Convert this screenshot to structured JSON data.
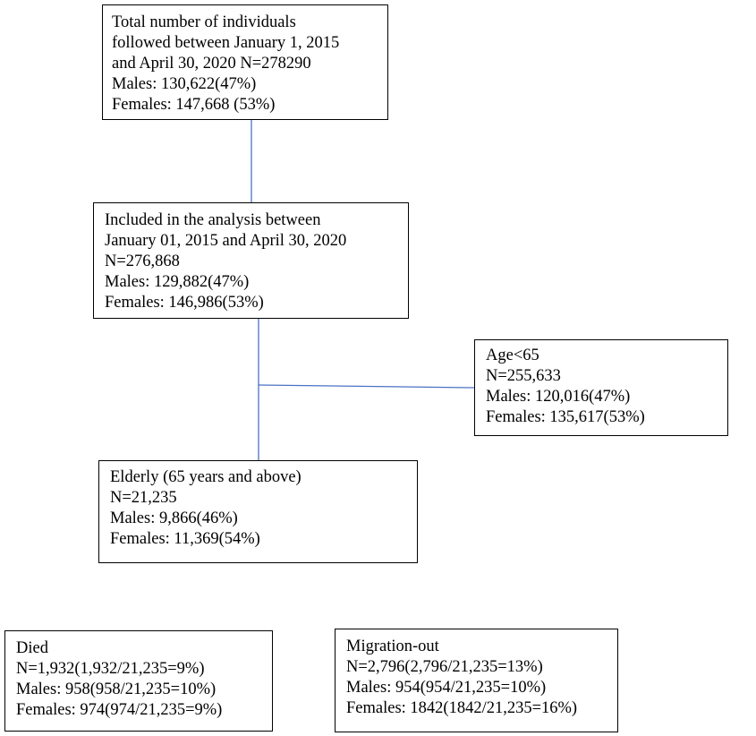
{
  "flowchart": {
    "total_box": {
      "lines": [
        "Total number of individuals",
        "followed between January 1, 2015",
        "and April 30, 2020 N=278290",
        "Males: 130,622(47%)",
        "Females: 147,668 (53%)"
      ]
    },
    "included_box": {
      "lines": [
        "Included in the analysis between",
        "January 01, 2015 and April 30, 2020",
        "N=276,868",
        "Males: 129,882(47%)",
        "Females: 146,986(53%)"
      ]
    },
    "under65_box": {
      "lines": [
        "Age<65",
        "N=255,633",
        "Males: 120,016(47%)",
        "Females: 135,617(53%)"
      ]
    },
    "elderly_box": {
      "lines": [
        "Elderly (65 years and above)",
        "N=21,235",
        "Males: 9,866(46%)",
        "Females: 11,369(54%)"
      ]
    },
    "died_box": {
      "lines": [
        "Died",
        "N=1,932(1,932/21,235=9%)",
        "Males: 958(958/21,235=10%)",
        "Females: 974(974/21,235=9%)"
      ]
    },
    "migration_box": {
      "lines": [
        "Migration-out",
        "N=2,796(2,796/21,235=13%)",
        "Males: 954(954/21,235=10%)",
        "Females: 1842(1842/21,235=16%)"
      ]
    },
    "connector_color": "#4a72c4",
    "border_color": "#000000"
  }
}
